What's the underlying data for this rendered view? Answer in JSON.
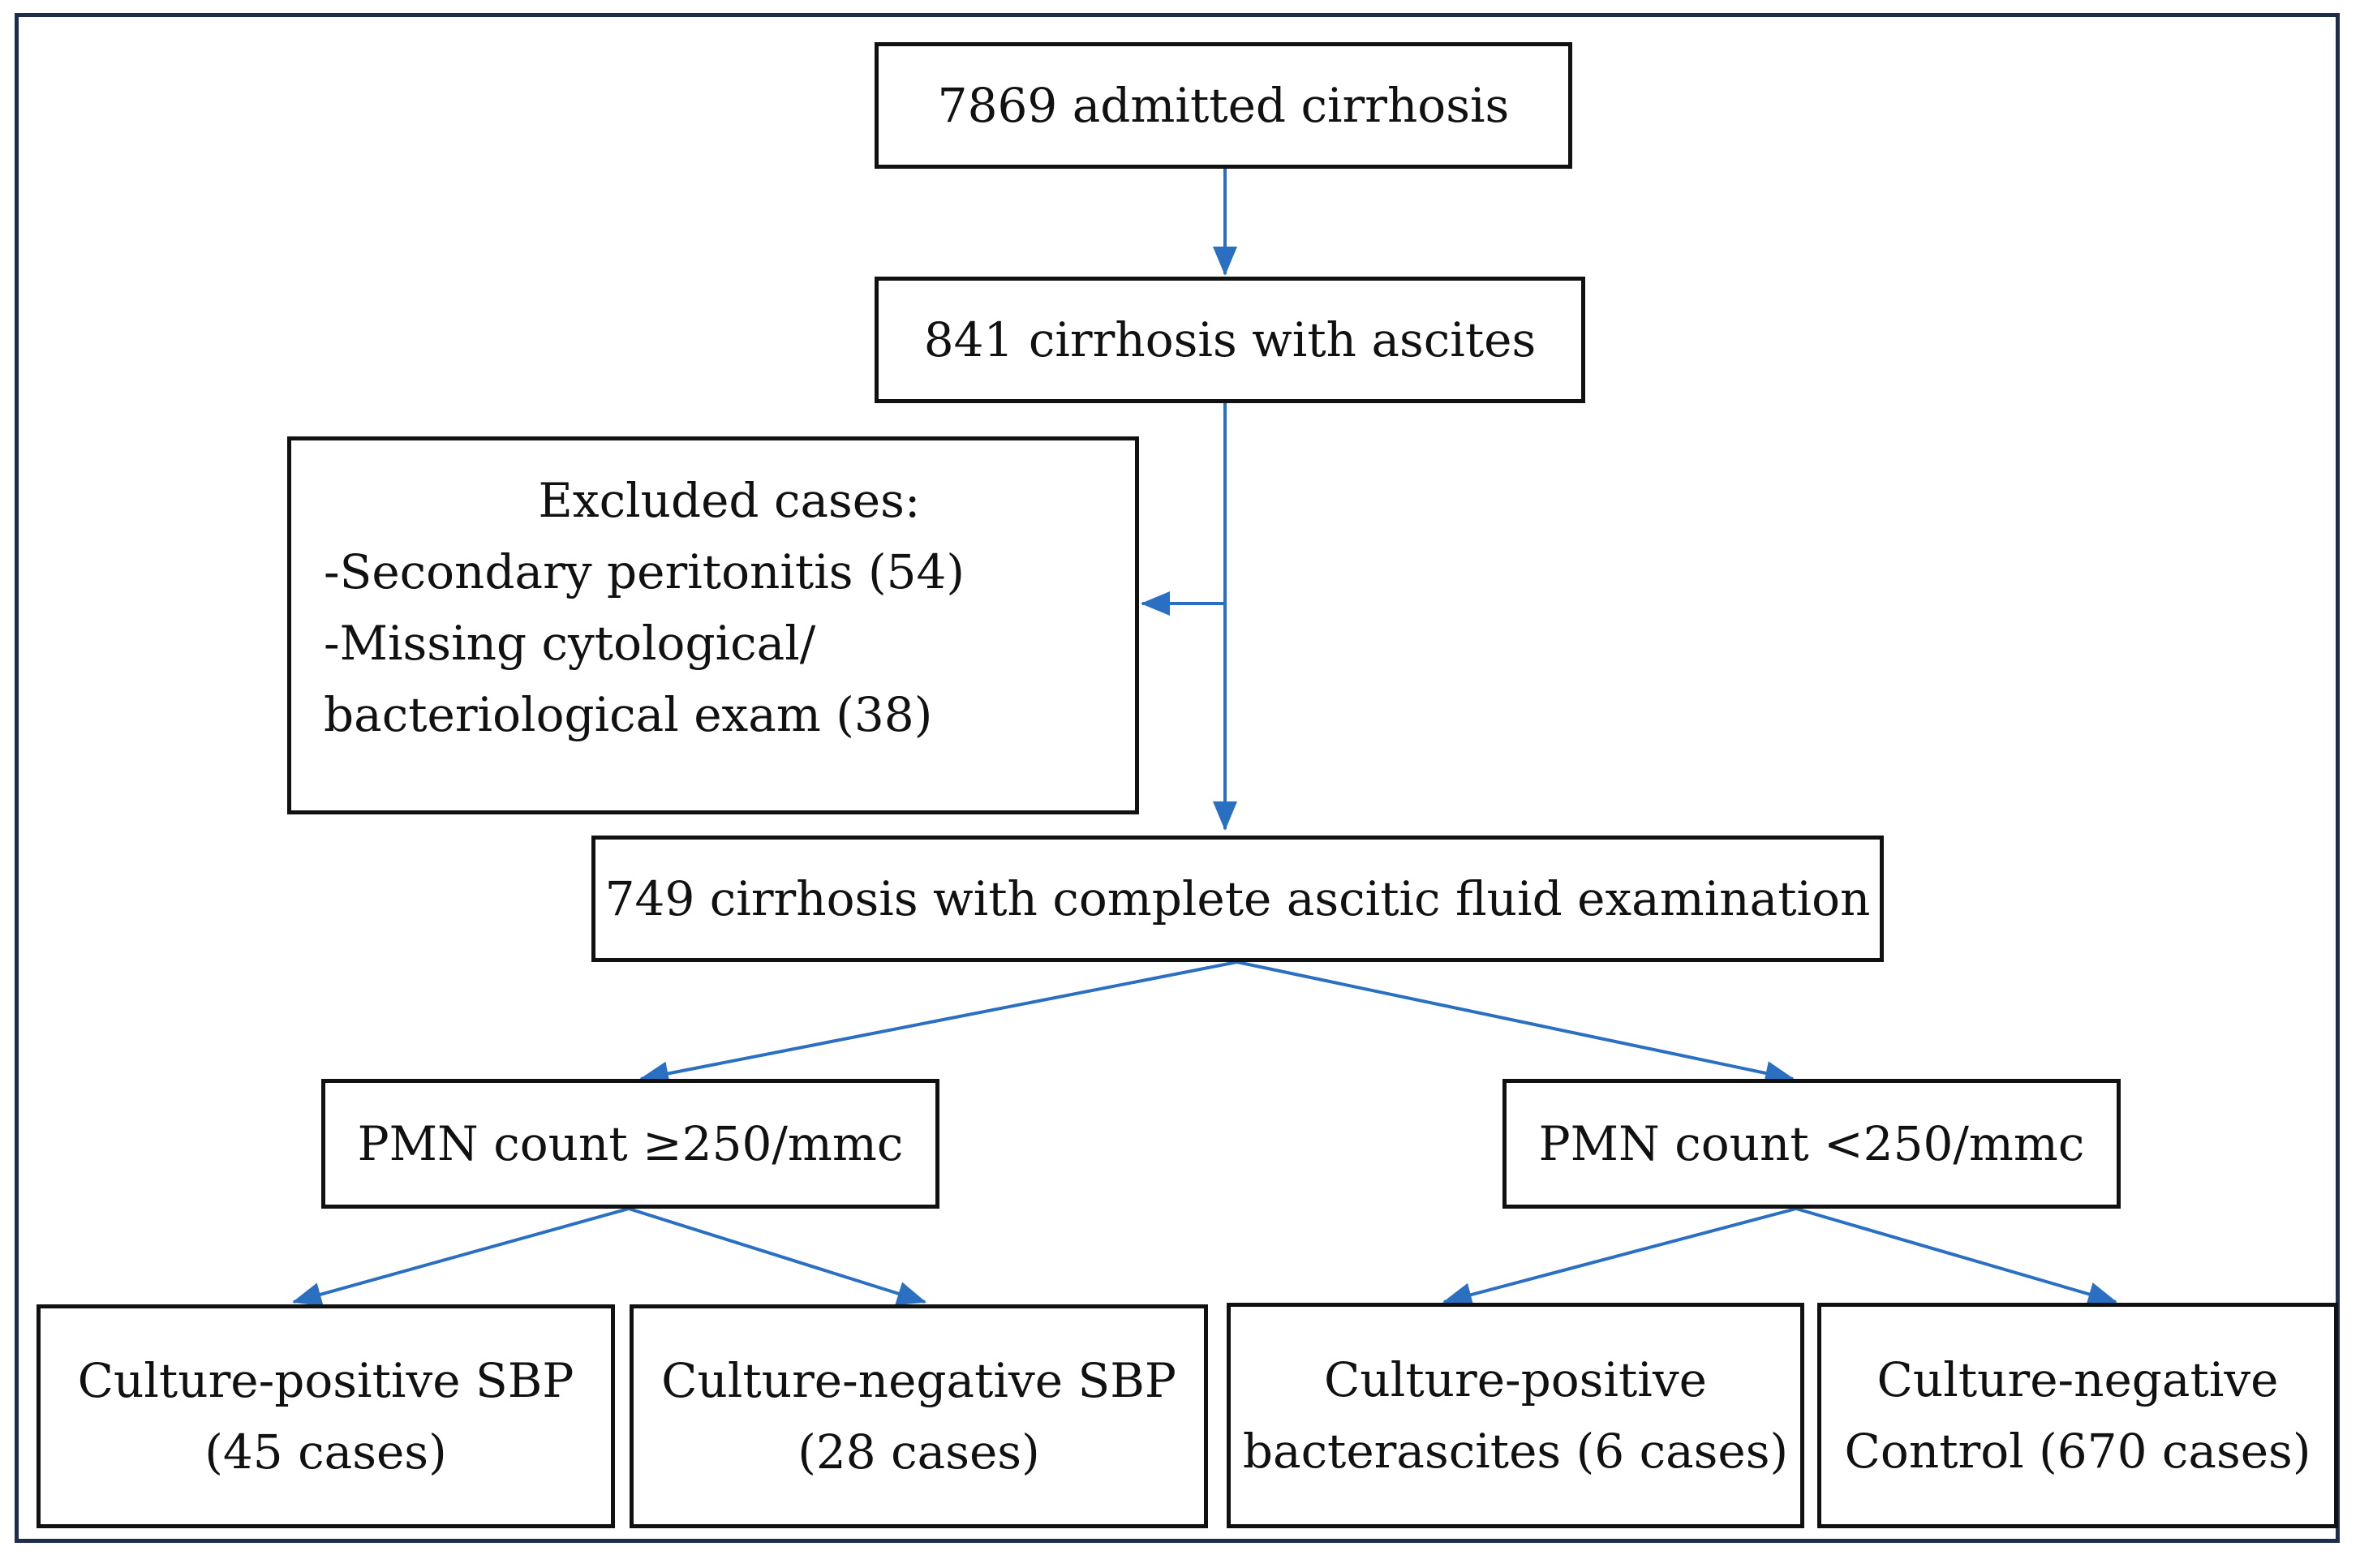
{
  "nodes": {
    "admitted": "7869 admitted cirrhosis",
    "ascites": "841 cirrhosis with ascites",
    "excluded": {
      "title": "Excluded cases:",
      "lines": [
        "-Secondary peritonitis (54)",
        "-Missing cytological/",
        "bacteriological exam (38)"
      ]
    },
    "complete": "749 cirrhosis with complete ascitic fluid examination",
    "pmn_high": "PMN count ≥250/mmc",
    "pmn_low": "PMN count <250/mmc",
    "leaves": [
      {
        "line1": "Culture-positive SBP",
        "line2": "(45 cases)"
      },
      {
        "line1": "Culture-negative SBP",
        "line2": "(28 cases)"
      },
      {
        "line1": "Culture-positive",
        "line2": "bacterascites (6 cases)"
      },
      {
        "line1": "Culture-negative",
        "line2": "Control (670 cases)"
      }
    ]
  },
  "colors": {
    "arrow": "#2a6fc2",
    "border": "#111111",
    "frame": "#1f2d4d"
  }
}
